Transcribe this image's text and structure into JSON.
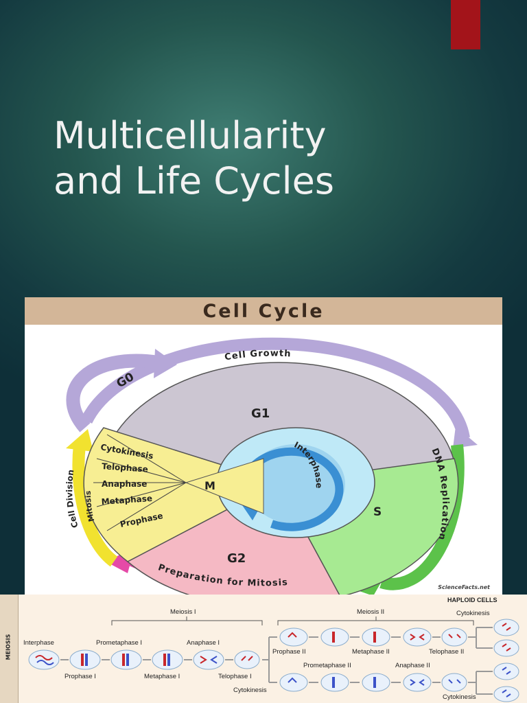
{
  "slide": {
    "title_line1": "Multicellularity",
    "title_line2": "and Life Cycles",
    "accent_color": "#a3141a"
  },
  "cell_cycle": {
    "title": "Cell Cycle",
    "phases": {
      "g0": "G0",
      "g1": "G1",
      "s": "S",
      "g2": "G2",
      "m": "M",
      "interphase": "Interphase"
    },
    "arcs": {
      "cell_growth": "Cell Growth",
      "dna_replication": "DNA Replication",
      "preparation": "Preparation for Mitosis",
      "cell_division": "Cell Division",
      "mitosis": "Mitosis"
    },
    "mitosis_stages": [
      "Cytokinesis",
      "Telophase",
      "Anaphase",
      "Metaphase",
      "Prophase"
    ],
    "credit": "ScienceFacts.net",
    "colors": {
      "g1": "#ccc6d2",
      "s": "#a7ea92",
      "g2": "#f5b9c4",
      "mitosis": "#f7ee93",
      "interphase": "#bfe9f7",
      "growth_arrow": "#b5a7d8",
      "dna_arrow": "#5cc24a",
      "prep_arrow": "#e54aa7",
      "division_arrow": "#f1e22f"
    }
  },
  "meiosis": {
    "side_label": "MEIOSIS",
    "haploid_label": "HAPLOID CELLS",
    "meiosis1": "Meiosis I",
    "meiosis2": "Meiosis II",
    "cytokinesis_top": "Cytokinesis",
    "interphase": "Interphase",
    "prometaphase1": "Prometaphase I",
    "anaphase1": "Anaphase I",
    "prophase1": "Prophase I",
    "metaphase1": "Metaphase I",
    "telophase1": "Telophase I",
    "cytokinesis_mid": "Cytokinesis",
    "prophase2": "Prophase II",
    "metaphase2": "Metaphase II",
    "telophase2": "Telophase II",
    "prometaphase2": "Prometaphase II",
    "anaphase2": "Anaphase II",
    "cytokinesis_bottom": "Cytokinesis"
  }
}
